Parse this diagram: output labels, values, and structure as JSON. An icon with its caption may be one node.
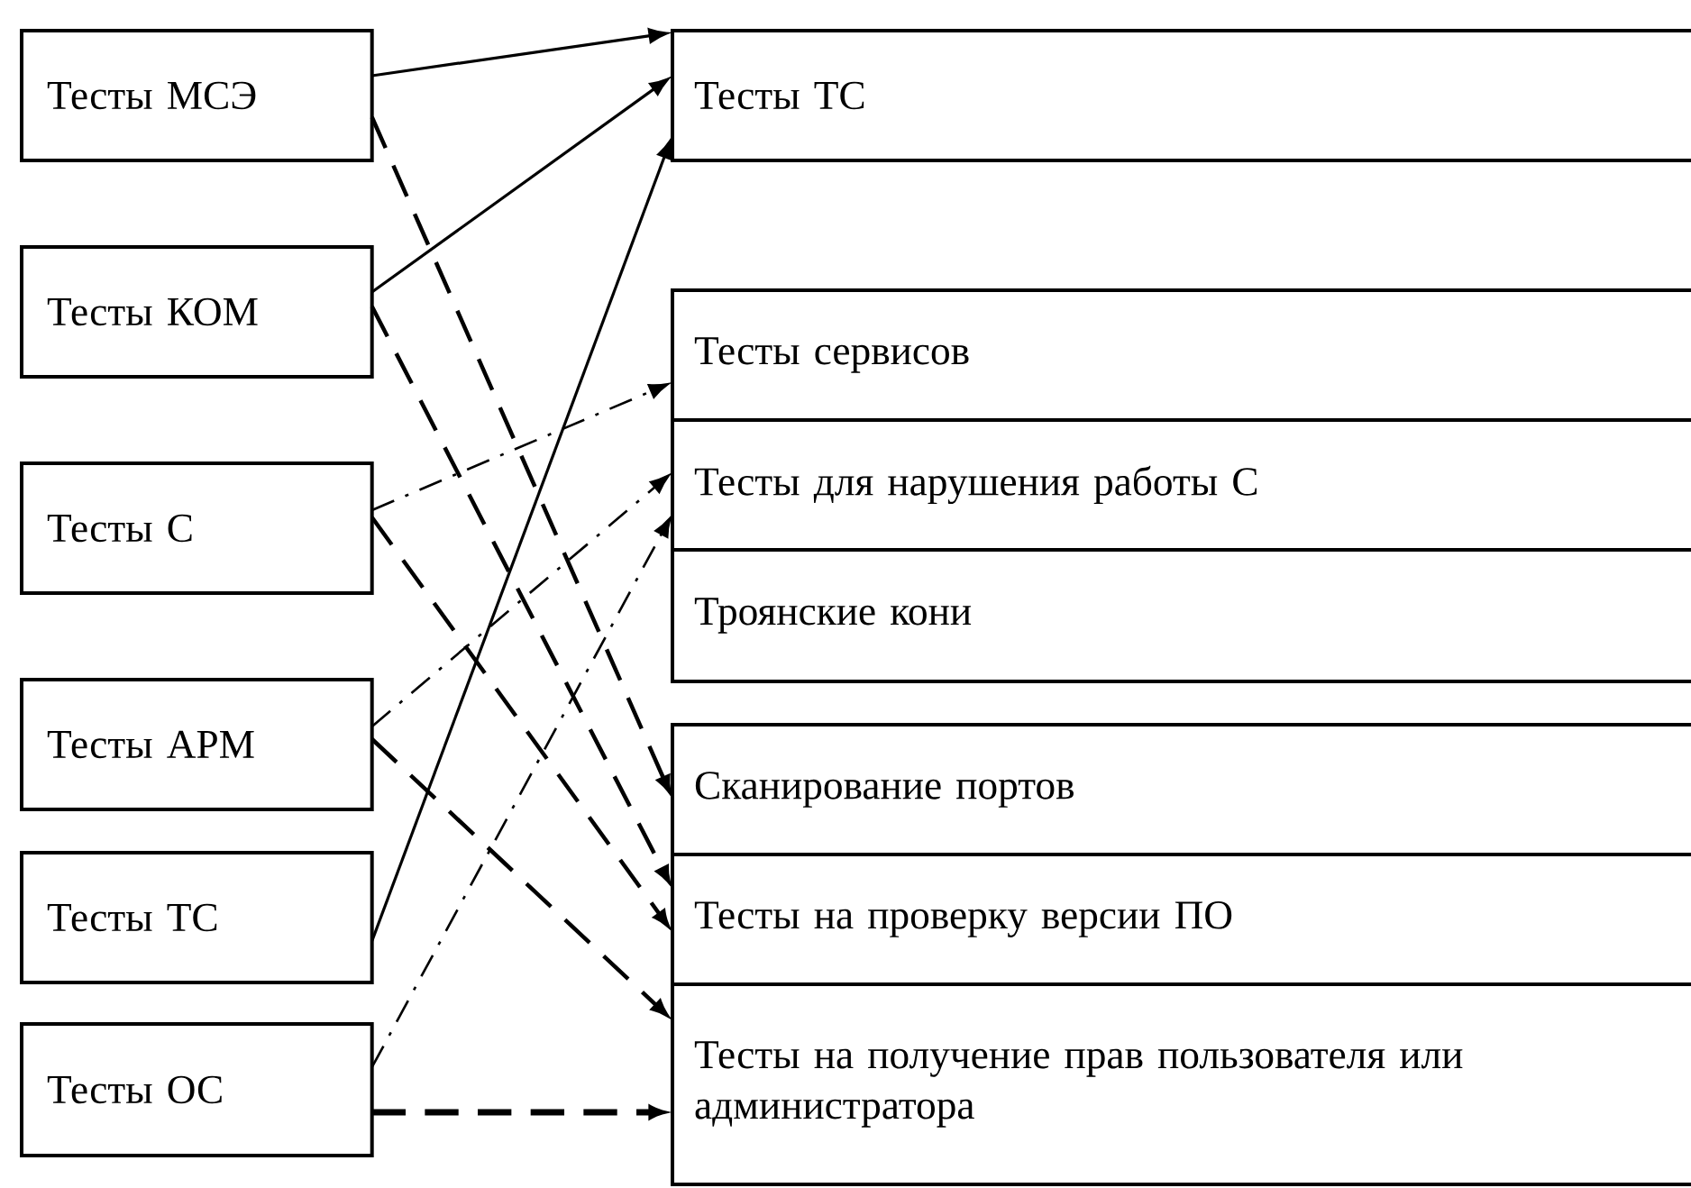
{
  "diagram": {
    "nodes": [
      {
        "text": [
          "Тесты МСЭ"
        ]
      },
      {
        "text": [
          "Тесты КОМ"
        ]
      },
      {
        "text": [
          "Тесты С"
        ]
      },
      {
        "text": [
          "Тесты АРМ"
        ]
      },
      {
        "text": [
          "Тесты ТС"
        ]
      },
      {
        "text": [
          "Тесты ОС"
        ]
      },
      {
        "text": [
          "Тесты ТС"
        ]
      },
      {
        "text": [
          "Тесты сервисов"
        ]
      },
      {
        "text": [
          "Тесты для нарушения работы С"
        ]
      },
      {
        "text": [
          "Троянские кони"
        ]
      },
      {
        "text": [
          "Сканирование портов"
        ]
      },
      {
        "text": [
          "Тесты на проверку версии ПО"
        ]
      },
      {
        "text": [
          "Тесты на получение прав пользователя или администратора"
        ]
      }
    ],
    "edges": [
      {
        "from": 0,
        "to": 6,
        "arrow": "to"
      },
      {
        "from": 0,
        "to": 10,
        "arrow": "to",
        "style": "dashed"
      },
      {
        "from": 1,
        "to": 6,
        "arrow": "to"
      },
      {
        "from": 1,
        "to": 11,
        "arrow": "to",
        "style": "dashed"
      },
      {
        "from": 2,
        "to": 7,
        "arrow": "to",
        "style": "dashed"
      },
      {
        "from": 2,
        "to": 11,
        "arrow": "to",
        "style": "dashed"
      },
      {
        "from": 3,
        "to": 8,
        "arrow": "to",
        "style": "dashed"
      },
      {
        "from": 3,
        "to": 12,
        "arrow": "to",
        "style": "dashed"
      },
      {
        "from": 4,
        "to": 6,
        "arrow": "to"
      },
      {
        "from": 5,
        "to": 8,
        "arrow": "to",
        "style": "dashed"
      },
      {
        "from": 5,
        "to": 12,
        "arrow": "to",
        "style": "dashed"
      }
    ]
  }
}
